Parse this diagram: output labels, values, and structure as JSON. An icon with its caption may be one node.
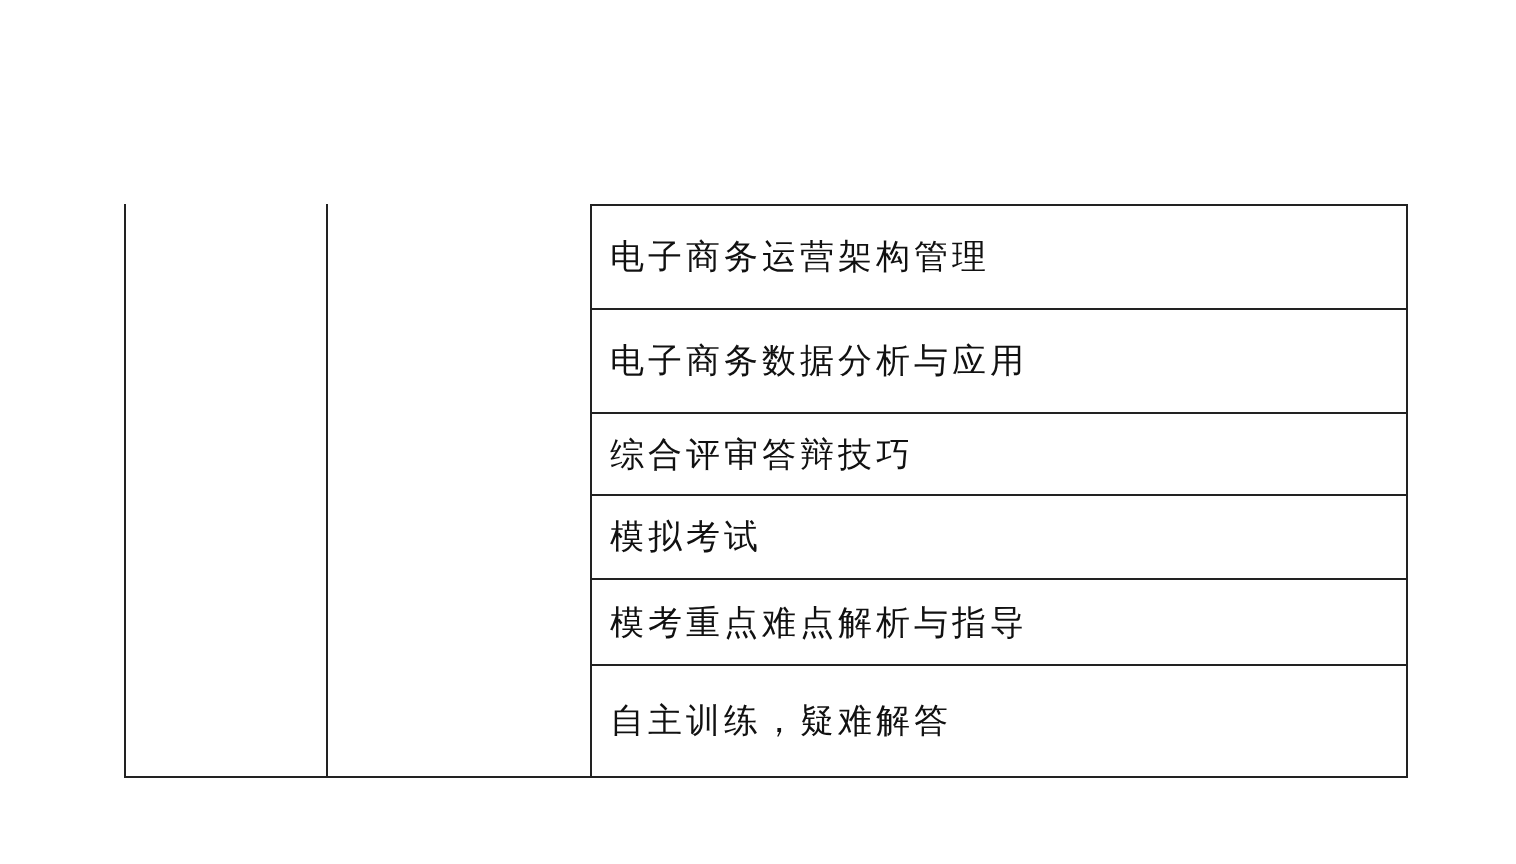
{
  "diagram": {
    "labels": [
      "电子商务运营架构管理",
      "电子商务数据分析与应用",
      "综合评审答辩技巧",
      "模拟考试",
      "模考重点难点解析与指导",
      "自主训练，疑难解答"
    ]
  }
}
